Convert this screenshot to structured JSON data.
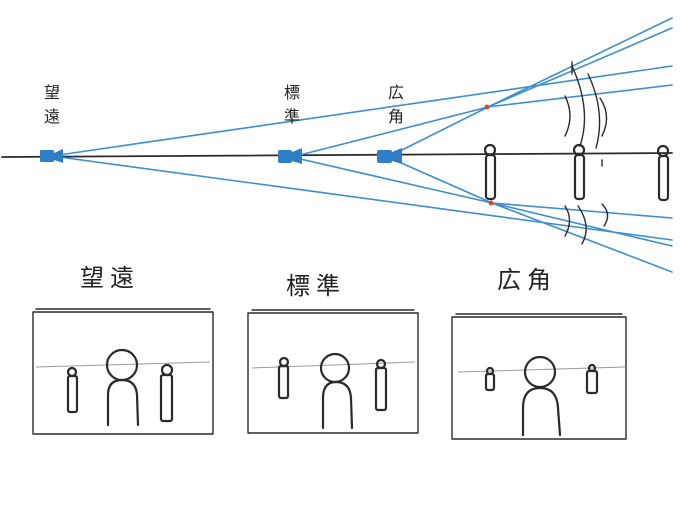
{
  "diagram": {
    "labels": {
      "telephoto": "望遠",
      "standard": "標準",
      "wide": "広角"
    },
    "panel_titles": {
      "telephoto": "望遠",
      "standard": "標準",
      "wide": "広角"
    },
    "colors": {
      "ray": "#3d8ecf",
      "camera": "#2f7fc8",
      "ink": "#2a2a2a",
      "marker": "#e2412a",
      "horizon": "#9a9a9a"
    }
  }
}
